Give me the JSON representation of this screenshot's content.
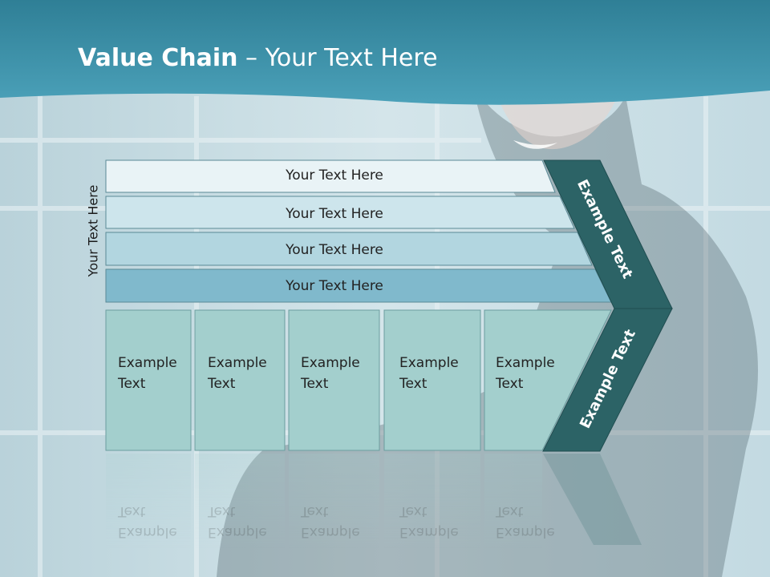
{
  "title": {
    "bold": "Value Chain",
    "rest": " – Your Text Here"
  },
  "side_label": "Your Text Here",
  "bands": [
    {
      "label": "Your Text Here",
      "color": "#e9f3f6"
    },
    {
      "label": "Your Text Here",
      "color": "#cde5ec"
    },
    {
      "label": "Your Text Here",
      "color": "#b2d6e0"
    },
    {
      "label": "Your Text Here",
      "color": "#80b9cc"
    }
  ],
  "columns": [
    {
      "line1": "Example",
      "line2": "Text"
    },
    {
      "line1": "Example",
      "line2": "Text"
    },
    {
      "line1": "Example",
      "line2": "Text"
    },
    {
      "line1": "Example",
      "line2": "Text"
    },
    {
      "line1": "Example",
      "line2": "Text"
    }
  ],
  "chevron": {
    "upper_label": "Example Text",
    "lower_label": "Example Text",
    "color": "#2c6366"
  },
  "colors": {
    "header": "#3a8fa6",
    "column_fill": "#a3cfcd"
  }
}
